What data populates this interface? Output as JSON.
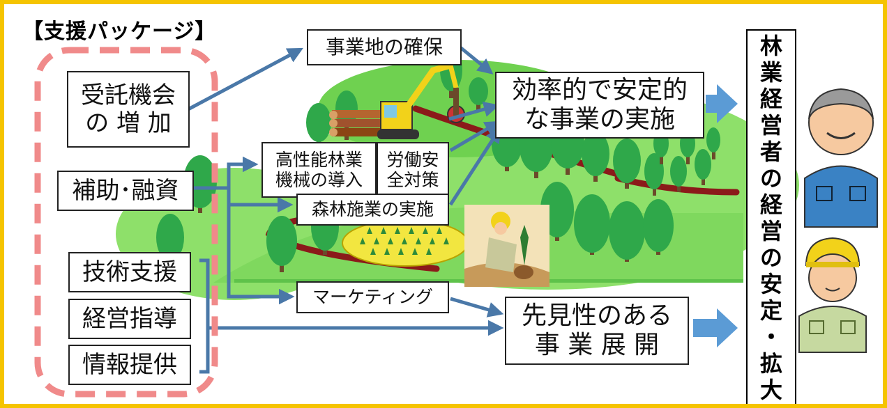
{
  "title": "【支援パッケージ】",
  "support": {
    "item1": "受託機会\nの 増 加",
    "item2": "補助･融資",
    "item3": "技術支援",
    "item4": "経営指導",
    "item5": "情報提供"
  },
  "measures": {
    "m1": "事業地の確保",
    "m2": "高性能林業\n機械の導入",
    "m3": "労働安\n全対策",
    "m4": "森林施業の実施",
    "m5": "マーケティング"
  },
  "outcomes": {
    "o1": "効率的で安定的\nな事業の実施",
    "o2": "先見性のある\n事 業 展 開"
  },
  "goal_chars": [
    "林",
    "業",
    "経",
    "営",
    "者",
    "の",
    "経",
    "営",
    "の",
    "安",
    "定",
    "・",
    "拡",
    "大"
  ],
  "colors": {
    "frame": "#f5c400",
    "dashed_box": "#f08a8a",
    "arrow": "#4a78a8",
    "big_arrow": "#5b9bd5",
    "hill_light": "#8ee06a",
    "hill_dark": "#5ec24a",
    "tree": "#2fa84a",
    "road": "#8b1a1a",
    "field": "#f2e640",
    "helmet": "#f2d21a"
  },
  "icons": [
    "excavator-icon",
    "harvester-icon",
    "log-pile-icon",
    "planting-worker-icon",
    "manager-older-icon",
    "manager-helmet-icon"
  ]
}
